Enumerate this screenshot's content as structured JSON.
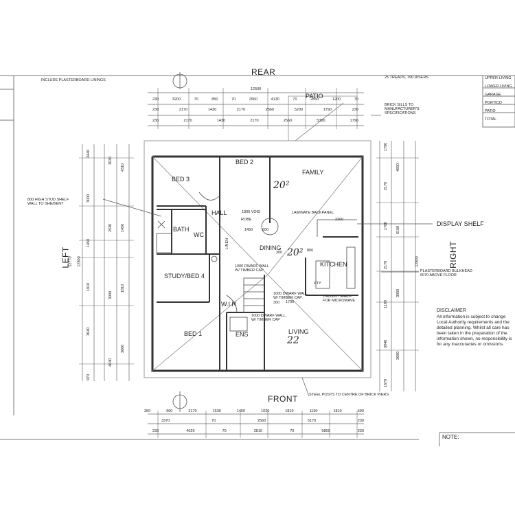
{
  "sides": {
    "rear": "REAR",
    "front": "FRONT",
    "left": "LEFT",
    "right": "RIGHT"
  },
  "rooms": {
    "bed3": "BED 3",
    "bed2": "BED 2",
    "family": "FAMILY",
    "hall": "HALL",
    "bath": "BATH",
    "wc": "WC",
    "dining": "DINING",
    "kitchen": "KITCHEN",
    "study": "STUDY/BED 4",
    "wir": "W.I.R",
    "bed1": "BED 1",
    "ens": "ENS",
    "living": "LIVING",
    "patio": "PATIO",
    "pty": "PTY",
    "linen": "LINEN",
    "robe": "ROBE"
  },
  "labels": {
    "display_shelf": "DISPLAY SHELF",
    "plasterboard_bulkhead": "PLASTERBOARD BULKHEAD\n6070 ABOVE FLOOR",
    "steel_posts": "STEEL POSTS TO CENTRE OF BRICK PIERS",
    "high_stud_shelf": "800 HIGH STUD SHELF\nWALL TO SHE/BENT",
    "laminate_backpanel": "LAMINATE BACKPANEL",
    "shelf_microwave": "1/400mm SHELF\nFOR MICROWAVE",
    "dwarf_wall_1": "1000 DWARF WALL\nW/ TIMBER CAP",
    "dwarf_wall_2": "1000 DWARF WALL\nW/ TIMBER CAP",
    "dwarf_wall_3": "1000 DWARF WALL\nW/ TIMBER CAP",
    "rear_note": "INCLUDE PLASTERBOARD LININGS",
    "manufacturer_note": "BRICK SILLS TO\nMANUFACTURER'S\nSPECIFICATIONS",
    "top_right_note": "25 TREADS, 190 RISERS",
    "disclaimer_title": "DISCLAIMER",
    "disclaimer_text": "All information is subject to change\nLocal Authority requirements and the\ndetailed planning. Whilst all care has\nbeen taken in the preparation of the\ninformation shown, no responsibility is\nfor any inaccuracies or omissions.",
    "note": "NOTE:"
  },
  "legend": [
    "UPPER LIVING",
    "LOWER LIVING",
    "GARAGE",
    "PORTICO",
    "PATIO",
    "TOTAL"
  ],
  "handwritten": [
    "20²",
    "20²",
    "22"
  ],
  "dims": {
    "top_total": "12500",
    "top_row1": [
      "230",
      "3200",
      "70",
      "850",
      "70",
      "2560",
      "4130",
      "70",
      "2850",
      "1200",
      "70"
    ],
    "top_row2": [
      "230",
      "2170",
      "1430",
      "2170",
      "2560",
      "5200",
      "1790",
      "230"
    ],
    "top_row3": [
      "230",
      "2170",
      "1430",
      "2170",
      "2560",
      "5300",
      "1790"
    ],
    "bottom_row1": [
      "350",
      "600",
      "2170",
      "1530",
      "1450",
      "1020",
      "1810",
      "1190",
      "1810",
      "590"
    ],
    "bottom_row2": [
      "3370",
      "70",
      "2560",
      "5170",
      "230"
    ],
    "bottom_row3": [
      "230",
      "4020",
      "70",
      "2810",
      "70",
      "5800",
      "230"
    ],
    "left_total": "12770",
    "left_outer": "12800",
    "left_col": [
      "3440",
      "3000",
      "1450",
      "1810",
      "3640",
      "970"
    ],
    "left_col2": [
      "3030",
      "2530",
      "3000",
      "4640"
    ],
    "left_col3": [
      "4310",
      "1450",
      "1810",
      "3600"
    ],
    "right_col": [
      "1790",
      "2170",
      "1760",
      "2170",
      "1190",
      "3940",
      "1670"
    ],
    "right_col2": [
      "4650",
      "6150",
      "3050",
      "3680"
    ],
    "right_total": "12800",
    "interior": [
      "1800 VOID",
      "1450",
      "600",
      "2200",
      "800",
      "1790",
      "300",
      "300"
    ]
  },
  "colors": {
    "ink": "#222222",
    "paper": "#ffffff",
    "line": "#555555"
  }
}
